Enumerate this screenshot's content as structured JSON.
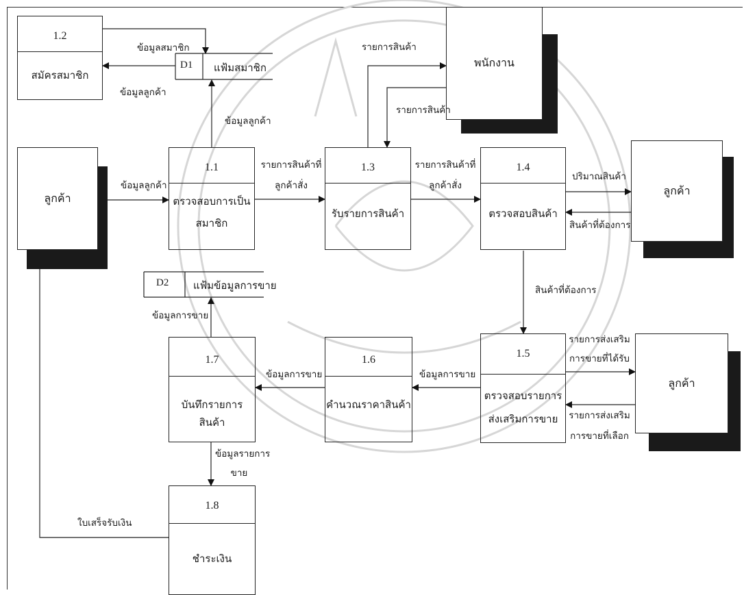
{
  "processes": {
    "p12": {
      "id": "1.2",
      "name": "สมัครสมาชิก"
    },
    "p11": {
      "id": "1.1",
      "name_lines": [
        "ตรวจสอบการเป็น",
        "สมาชิก"
      ]
    },
    "p13": {
      "id": "1.3",
      "name": "รับรายการสินค้า"
    },
    "p14": {
      "id": "1.4",
      "name": "ตรวจสอบสินค้า"
    },
    "p15": {
      "id": "1.5",
      "name_lines": [
        "ตรวจสอบรายการ",
        "ส่งเสริมการขาย"
      ]
    },
    "p16": {
      "id": "1.6",
      "name": "คำนวณราคาสินค้า"
    },
    "p17": {
      "id": "1.7",
      "name": "บันทึกรายการสินค้า"
    },
    "p18": {
      "id": "1.8",
      "name": "ชำระเงิน"
    }
  },
  "entities": {
    "customer_left": "ลูกค้า",
    "customer_right_top": "ลูกค้า",
    "customer_right_bottom": "ลูกค้า",
    "staff": "พนักงาน"
  },
  "stores": {
    "d1": {
      "id": "D1",
      "name": "แฟ้มสมาชิก"
    },
    "d2": {
      "id": "D2",
      "name": "แฟ้มข้อมูลการขาย"
    }
  },
  "flows": {
    "member_data": "ข้อมูลสมาชิก",
    "customer_data_to_12": "ข้อมูลลูกค้า",
    "customer_data_up": "ข้อมูลลูกค้า",
    "customer_data_in": "ข้อมูลลูกค้า",
    "ordered_items_a": [
      "รายการสินค้าที่",
      "ลูกค้าสั่ง"
    ],
    "ordered_items_b": [
      "รายการสินค้าที่",
      "ลูกค้าสั่ง"
    ],
    "product_list_up": "รายการสินค้า",
    "product_list_down": "รายการสินค้า",
    "product_qty": "ปริมาณสินค้า",
    "wanted_product_in": "สินค้าที่ต้องการ",
    "wanted_product_down": "สินค้าที่ต้องการ",
    "promo_received": [
      "รายการส่งเสริม",
      "การขายที่ได้รับ"
    ],
    "promo_selected": [
      "รายการส่งเสริม",
      "การขายที่เลือก"
    ],
    "sales_data_15_16": "ข้อมูลการขาย",
    "sales_data_16_17": "ข้อมูลการขาย",
    "sales_data_to_d2": "ข้อมูลการขาย",
    "sales_item_data": [
      "ข้อมูลรายการ",
      "ขาย"
    ],
    "receipt": "ใบเสร็จรับเงิน"
  }
}
